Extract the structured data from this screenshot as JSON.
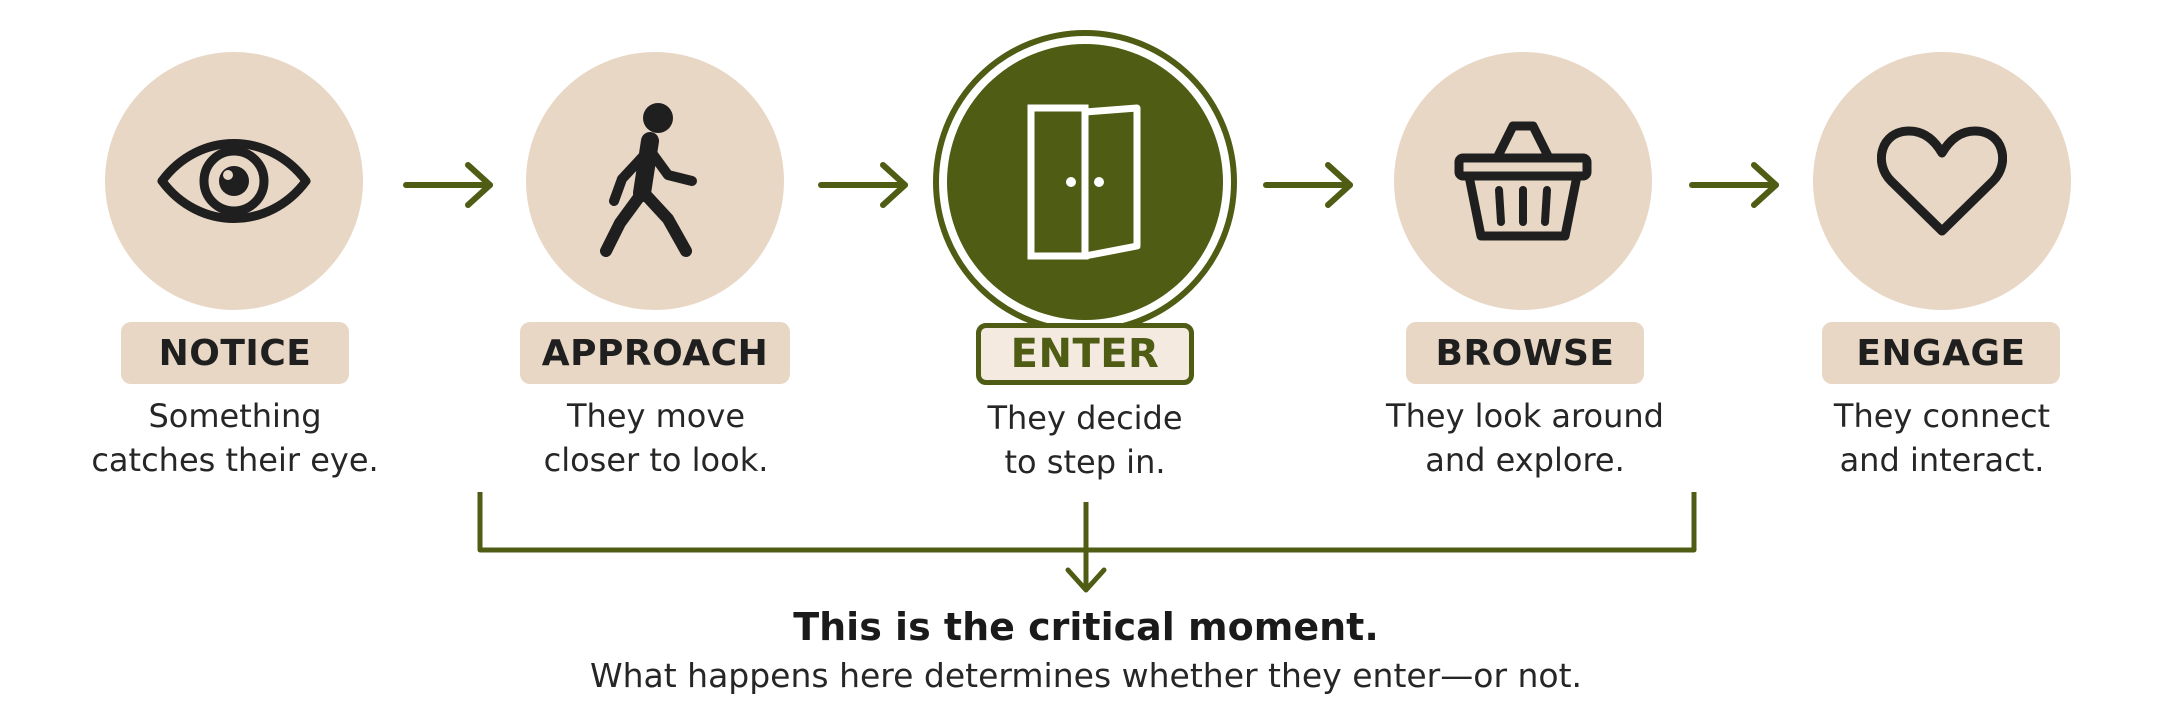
{
  "colors": {
    "accent": "#4e5c14",
    "stage_fill": "#e8d7c5",
    "text": "#1f1f1f"
  },
  "stages": [
    {
      "label": "NOTICE",
      "description_lines": [
        "Something",
        "catches their eye."
      ],
      "icon": "eye-icon"
    },
    {
      "label": "APPROACH",
      "description_lines": [
        "They move",
        "closer to look."
      ],
      "icon": "walking-person-icon"
    },
    {
      "label": "ENTER",
      "description_lines": [
        "They decide",
        "to step in."
      ],
      "icon": "open-door-icon",
      "highlighted": true
    },
    {
      "label": "BROWSE",
      "description_lines": [
        "They look around",
        "and explore."
      ],
      "icon": "shopping-basket-icon"
    },
    {
      "label": "ENGAGE",
      "description_lines": [
        "They connect",
        "and interact."
      ],
      "icon": "heart-icon"
    }
  ],
  "callout": {
    "title": "This is the critical moment.",
    "subtitle": "What happens here determines whether they enter—or not."
  }
}
